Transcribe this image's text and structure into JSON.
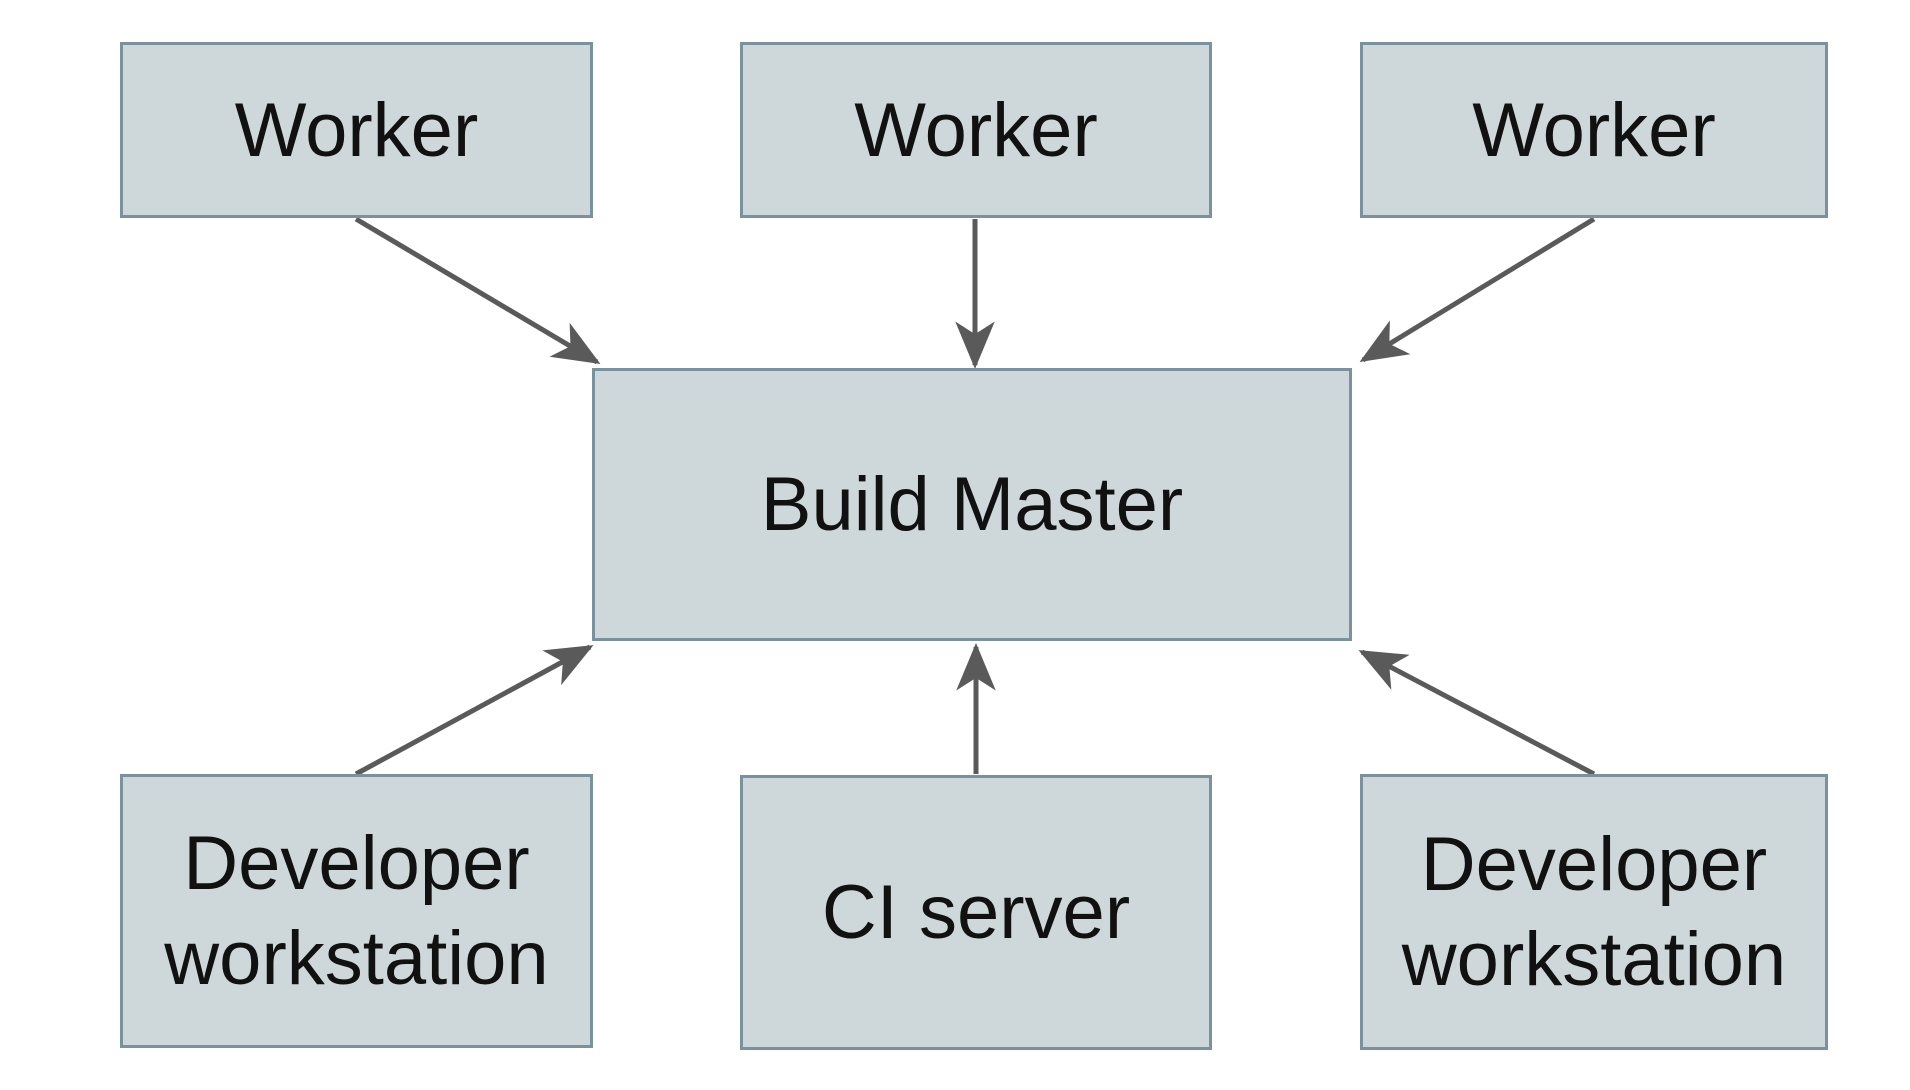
{
  "diagram": {
    "type": "node-edge-diagram",
    "background_color": "#ffffff",
    "colors": {
      "node_fill": "#ced8db",
      "node_border": "#7a929d",
      "arrow": "#5a5a5a",
      "label_text": "#111111"
    },
    "nodes": {
      "worker_1": {
        "label": "Worker"
      },
      "worker_2": {
        "label": "Worker"
      },
      "worker_3": {
        "label": "Worker"
      },
      "build_master": {
        "label": "Build Master"
      },
      "developer_workstation_left": {
        "label": "Developer workstation"
      },
      "ci_server": {
        "label": "CI server"
      },
      "developer_workstation_right": {
        "label": "Developer workstation"
      }
    },
    "edges": [
      {
        "from": "worker_1",
        "to": "build_master",
        "direction": "into-top-left"
      },
      {
        "from": "worker_2",
        "to": "build_master",
        "direction": "into-top-center"
      },
      {
        "from": "worker_3",
        "to": "build_master",
        "direction": "into-top-right"
      },
      {
        "from": "developer_workstation_left",
        "to": "build_master",
        "direction": "into-bottom-left"
      },
      {
        "from": "ci_server",
        "to": "build_master",
        "direction": "into-bottom-center"
      },
      {
        "from": "developer_workstation_right",
        "to": "build_master",
        "direction": "into-bottom-right"
      }
    ]
  }
}
